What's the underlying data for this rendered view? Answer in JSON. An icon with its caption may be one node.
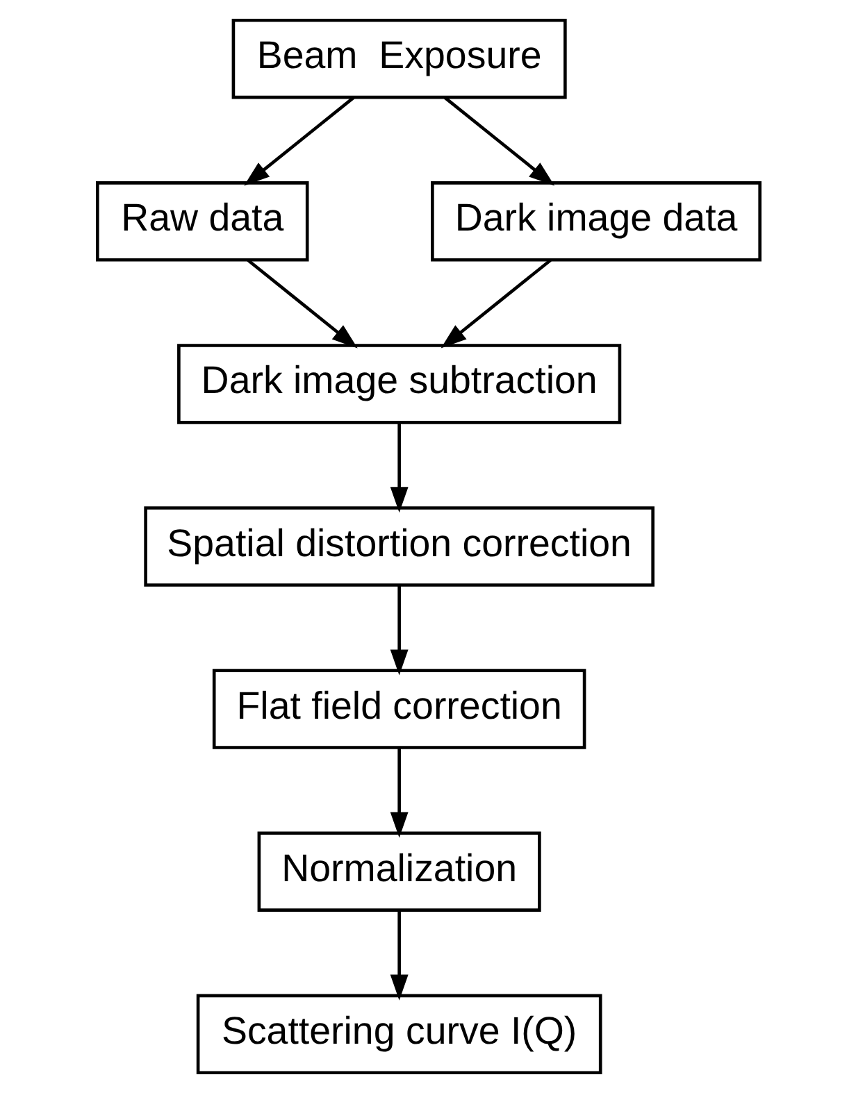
{
  "diagram": {
    "nodes": [
      {
        "text": [
          "Beam  Exposure"
        ]
      },
      {
        "text": [
          "Raw data"
        ]
      },
      {
        "text": [
          "Dark image data"
        ]
      },
      {
        "text": [
          "Dark image subtraction"
        ]
      },
      {
        "text": [
          "Spatial distortion correction"
        ]
      },
      {
        "text": [
          "Flat field correction"
        ]
      },
      {
        "text": [
          "Normalization"
        ]
      },
      {
        "text": [
          "Scattering curve I(Q)"
        ]
      }
    ],
    "edges": [
      {
        "from": 0,
        "to": 1,
        "arrow": "to"
      },
      {
        "from": 0,
        "to": 2,
        "arrow": "to"
      },
      {
        "from": 1,
        "to": 3,
        "arrow": "to"
      },
      {
        "from": 2,
        "to": 3,
        "arrow": "to"
      },
      {
        "from": 3,
        "to": 4,
        "arrow": "to"
      },
      {
        "from": 4,
        "to": 5,
        "arrow": "to"
      },
      {
        "from": 5,
        "to": 6,
        "arrow": "to"
      },
      {
        "from": 6,
        "to": 7,
        "arrow": "to"
      }
    ]
  }
}
